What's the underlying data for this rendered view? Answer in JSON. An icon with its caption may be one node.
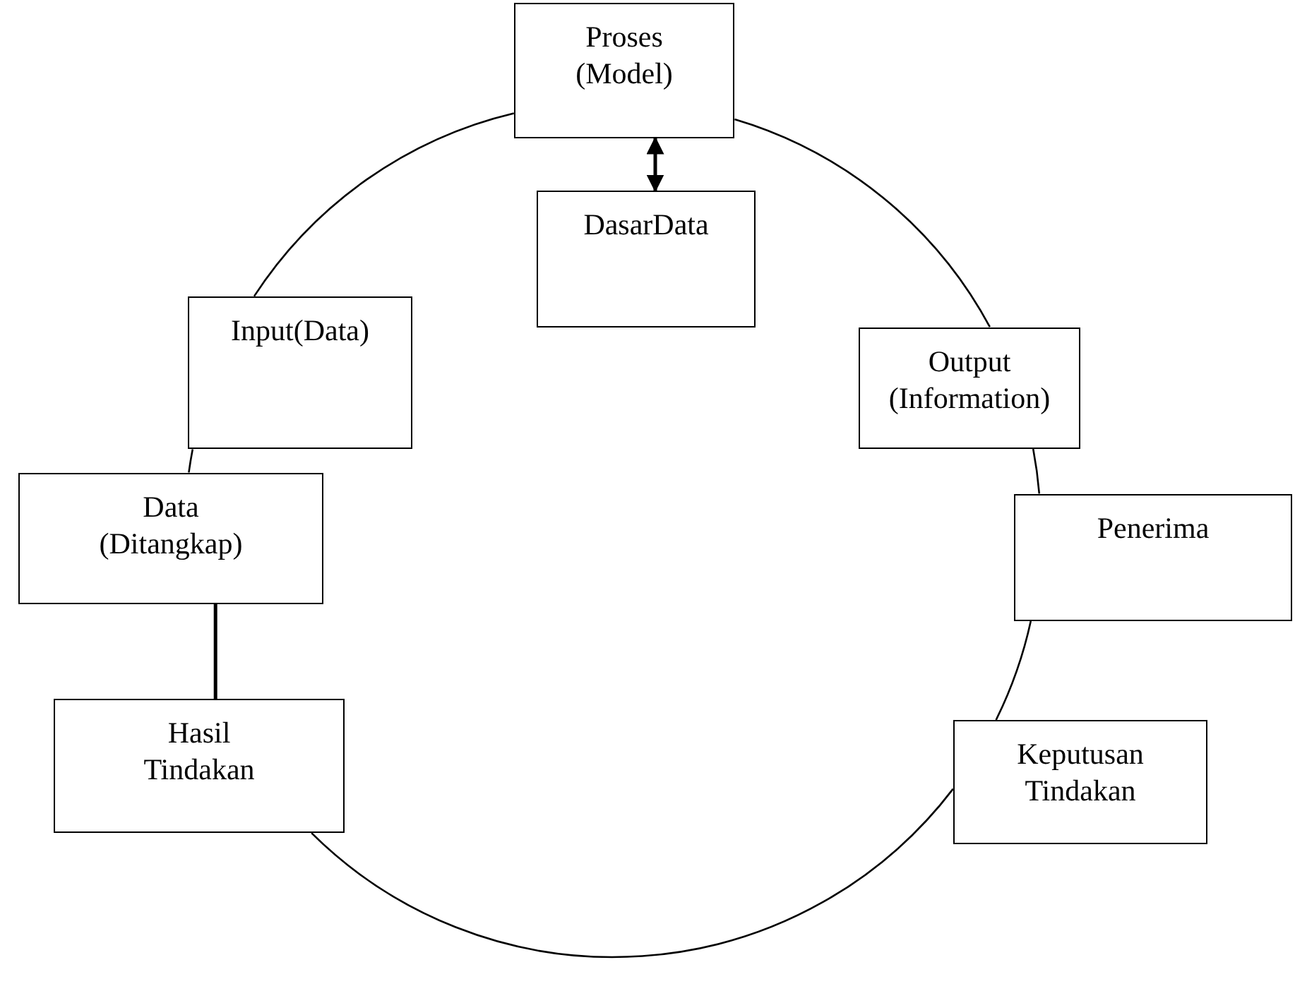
{
  "diagram": {
    "nodes": [
      {
        "text": [
          "Proses (Model)"
        ]
      },
      {
        "text": [
          "DasarData"
        ]
      },
      {
        "text": [
          "Input(Data)"
        ]
      },
      {
        "text": [
          "Output (Information)"
        ]
      },
      {
        "text": [
          "Data (Ditangkap)"
        ]
      },
      {
        "text": [
          "Penerima"
        ]
      },
      {
        "text": [
          "Hasil Tindakan"
        ]
      },
      {
        "text": [
          "Keputusan Tindakan"
        ]
      }
    ],
    "edges": [
      {
        "from": 0,
        "to": 1,
        "arrow": "both"
      },
      {
        "from": 0,
        "to": 3,
        "arrow": "none"
      },
      {
        "from": 3,
        "to": 5,
        "arrow": "none"
      },
      {
        "from": 5,
        "to": 7,
        "arrow": "none"
      },
      {
        "from": 7,
        "to": 6,
        "arrow": "none"
      },
      {
        "from": 6,
        "to": 4,
        "arrow": "none"
      },
      {
        "from": 4,
        "to": 2,
        "arrow": "none"
      },
      {
        "from": 2,
        "to": 0,
        "arrow": "none"
      }
    ]
  }
}
